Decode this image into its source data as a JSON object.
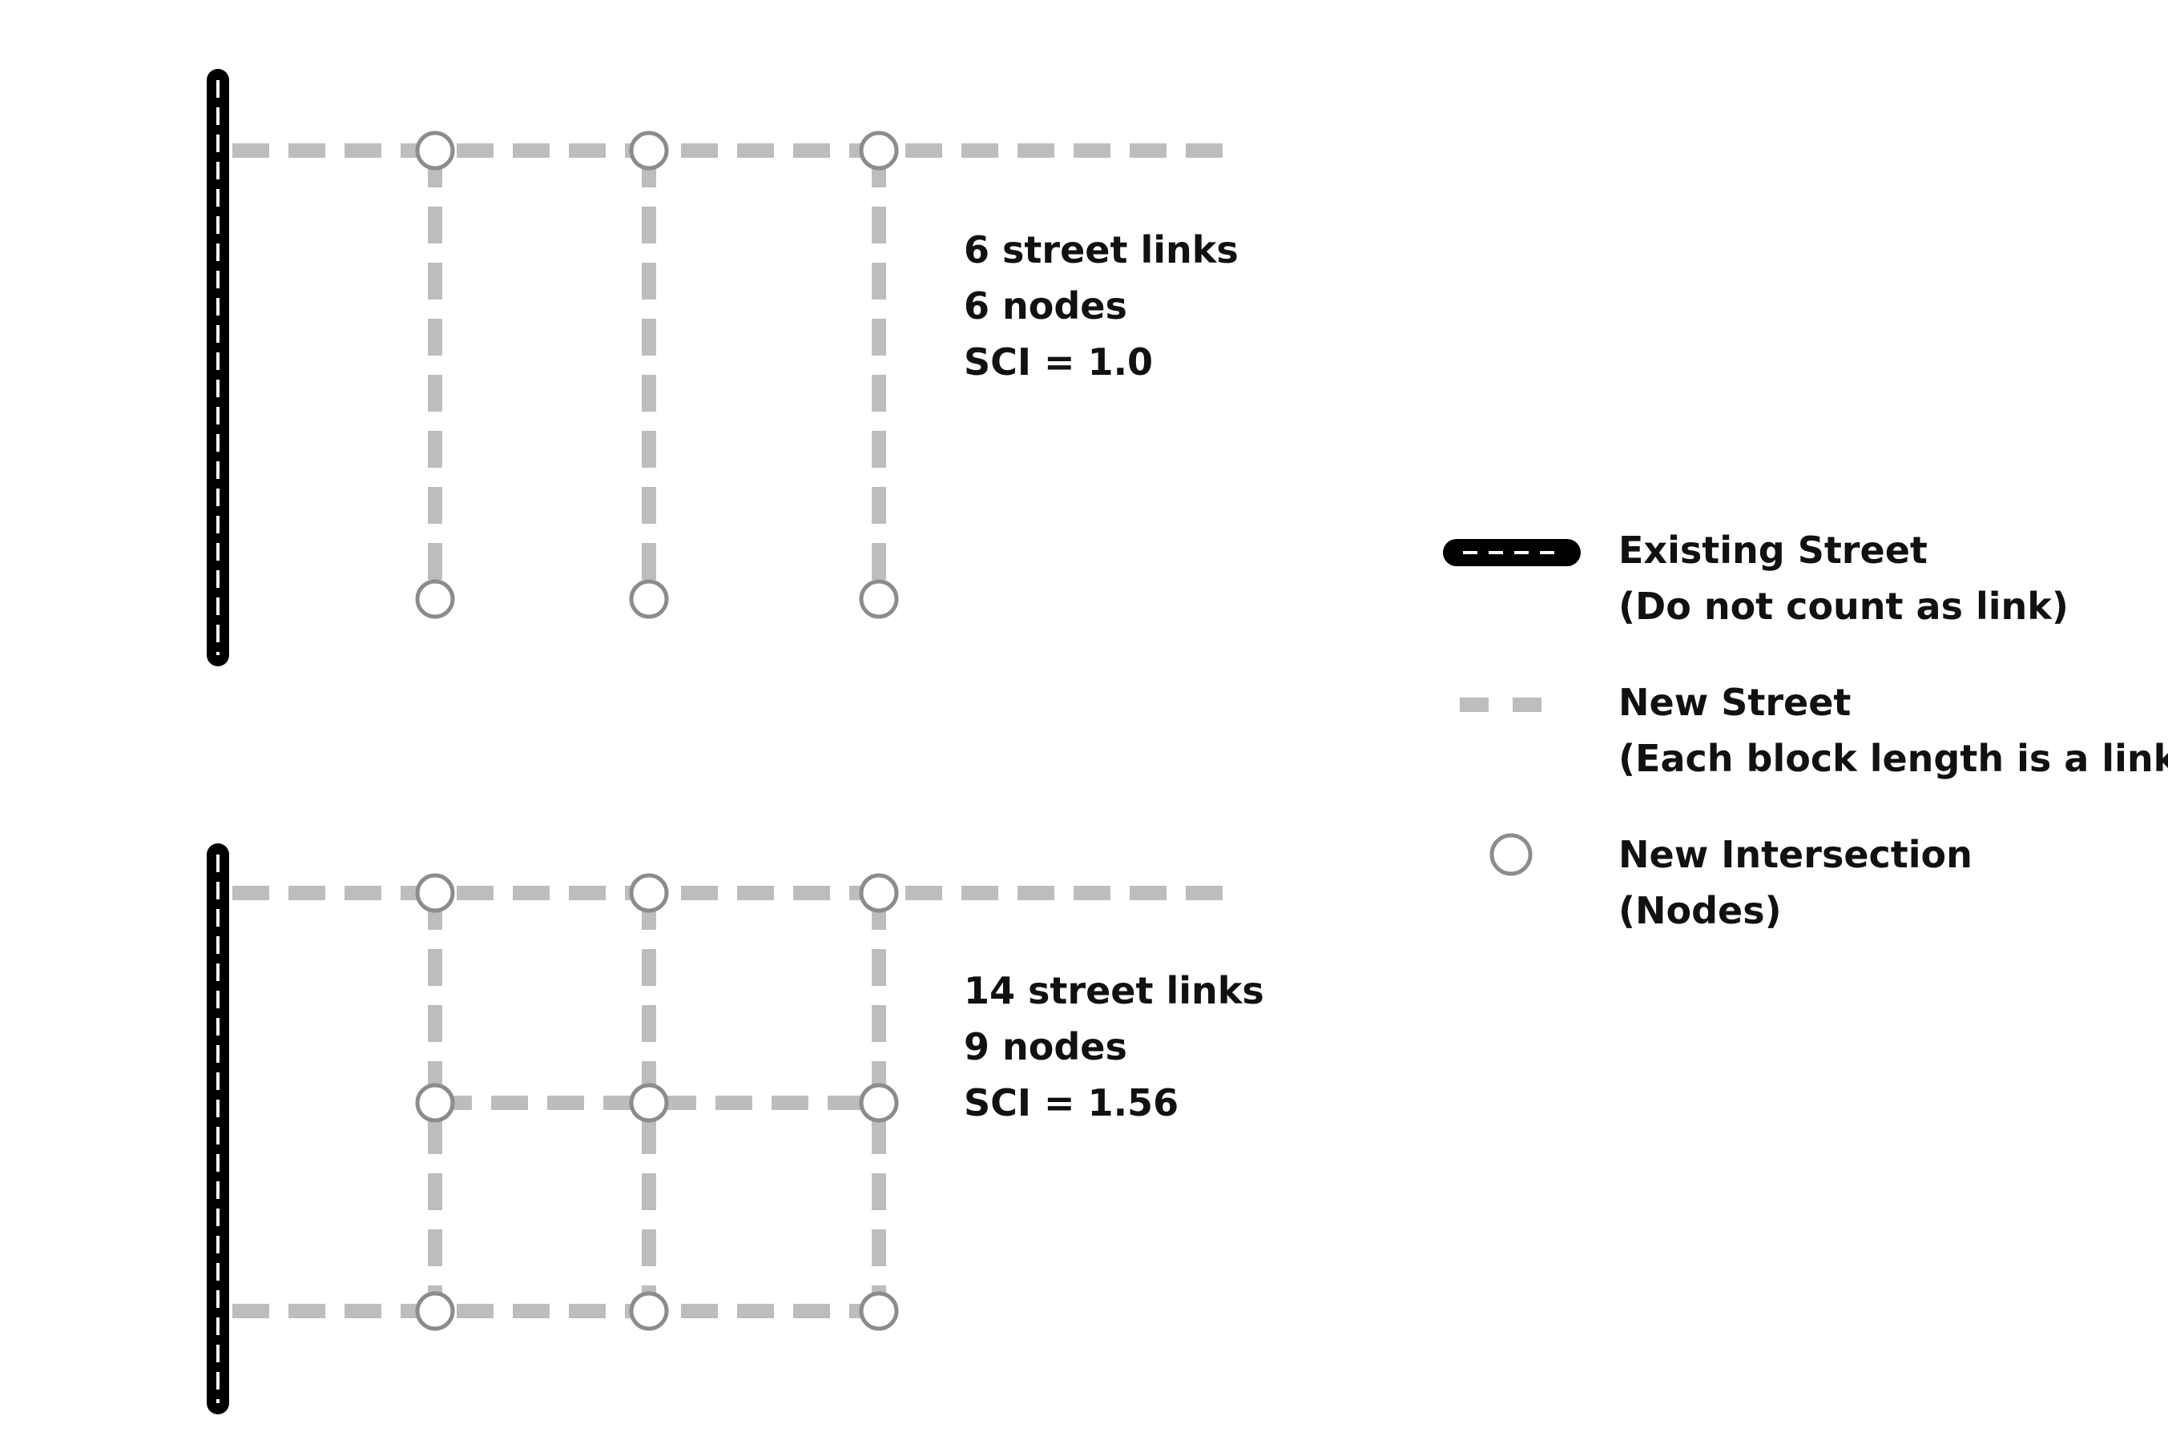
{
  "panels": [
    {
      "id": "top",
      "stats": [
        "6 street links",
        "6 nodes",
        "SCI = 1.0"
      ]
    },
    {
      "id": "bottom",
      "stats": [
        "14 street links",
        "9 nodes",
        "SCI = 1.56"
      ]
    }
  ],
  "legend": {
    "existing_street": {
      "title": "Existing Street",
      "note": "(Do not count as link)"
    },
    "new_street": {
      "title": "New Street",
      "note": "(Each block length is a link)"
    },
    "new_intersection": {
      "title": "New Intersection",
      "note": "(Nodes)"
    }
  },
  "colors": {
    "existing_street": "#000000",
    "new_street": "#bdbdbd",
    "node_stroke": "#8c8c8c",
    "text": "#111111"
  }
}
